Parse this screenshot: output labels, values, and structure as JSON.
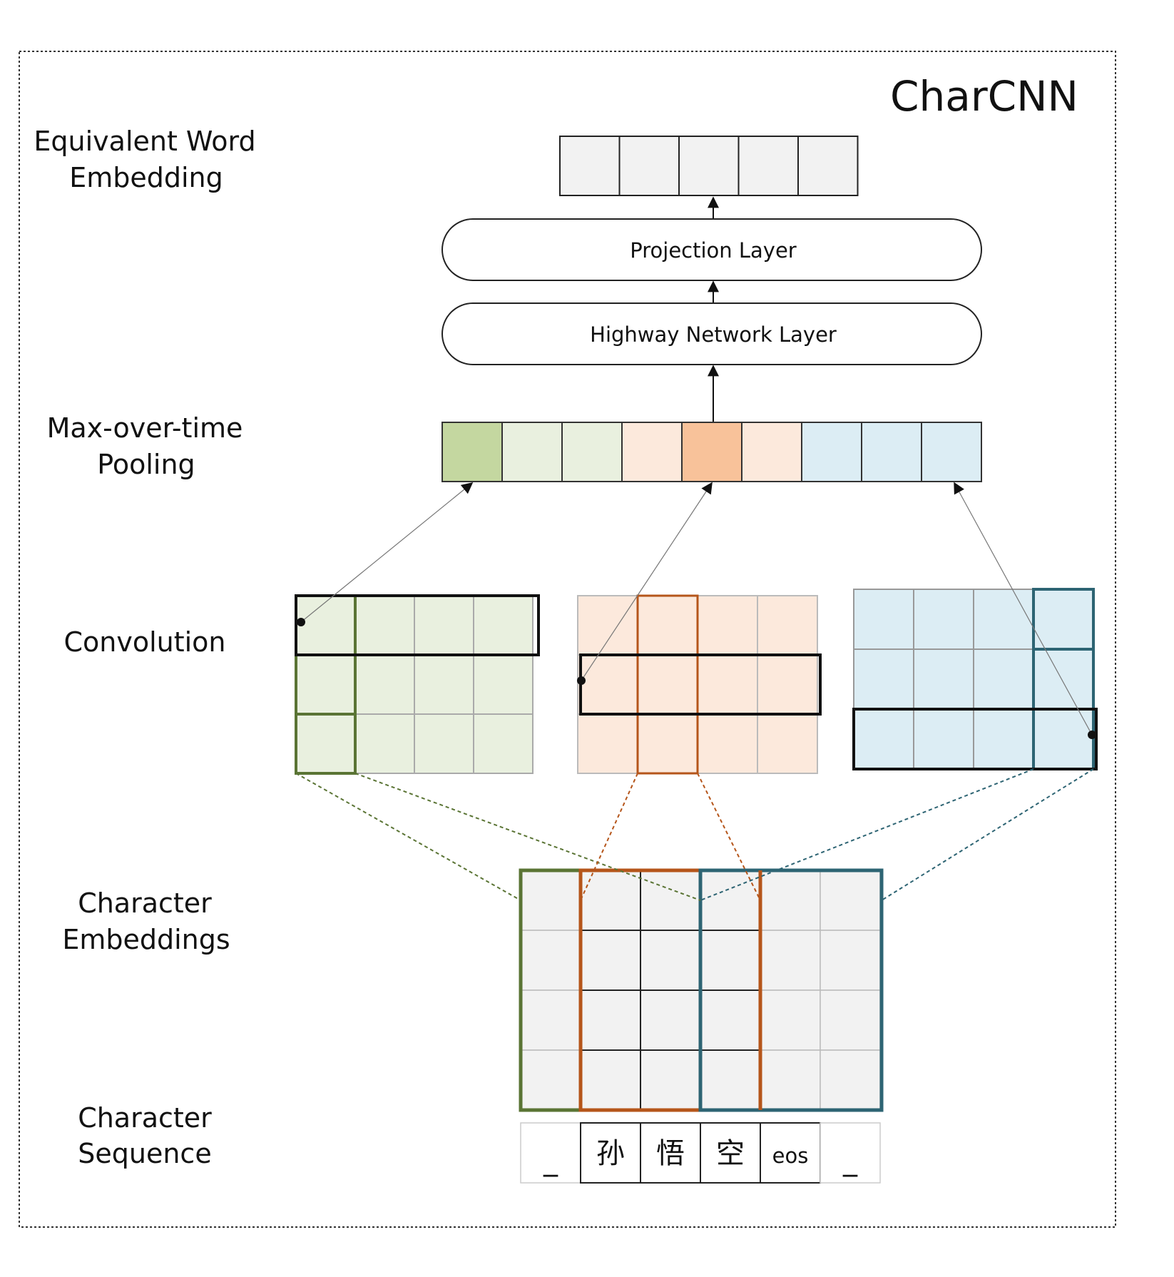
{
  "diagram": {
    "title": "CharCNN",
    "side_labels": {
      "word_embedding": [
        "Equivalent Word",
        "Embedding"
      ],
      "pooling": [
        "Max-over-time",
        "Pooling"
      ],
      "convolution": [
        "Convolution"
      ],
      "char_embeddings": [
        "Character",
        "Embeddings"
      ],
      "char_sequence": [
        "Character",
        "Sequence"
      ]
    },
    "layers": {
      "projection": "Projection Layer",
      "highway": "Highway Network Layer"
    },
    "character_sequence": [
      "_",
      "孙",
      "悟",
      "空",
      "eos",
      "_"
    ],
    "colors": {
      "green_dark": "#5a7434",
      "green_fill": "#e9f0df",
      "green_strong": "#c4d7a0",
      "orange_dark": "#b5551a",
      "orange_fill": "#fce9dc",
      "orange_strong": "#f8c29a",
      "blue_dark": "#2d6473",
      "blue_fill": "#dcedf4",
      "cell_gray": "#f2f2f2"
    }
  }
}
